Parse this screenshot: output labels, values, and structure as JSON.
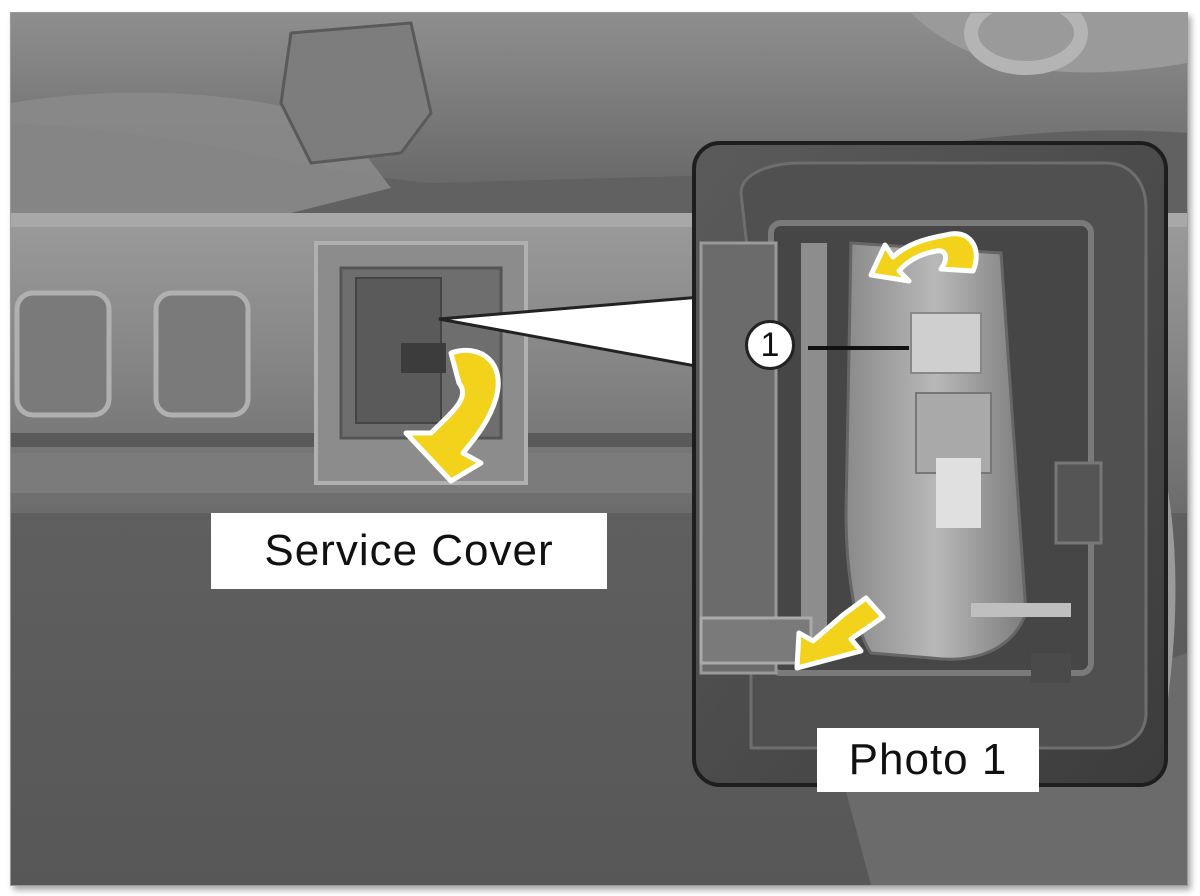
{
  "labels": {
    "service_cover": "Service Cover",
    "photo": "Photo 1",
    "callout_number": "1"
  },
  "colors": {
    "background_gray": "#5c5c5c",
    "panel_gray": "#7a7a7a",
    "arrow_yellow": "#f2d21a",
    "label_white": "#ffffff"
  }
}
